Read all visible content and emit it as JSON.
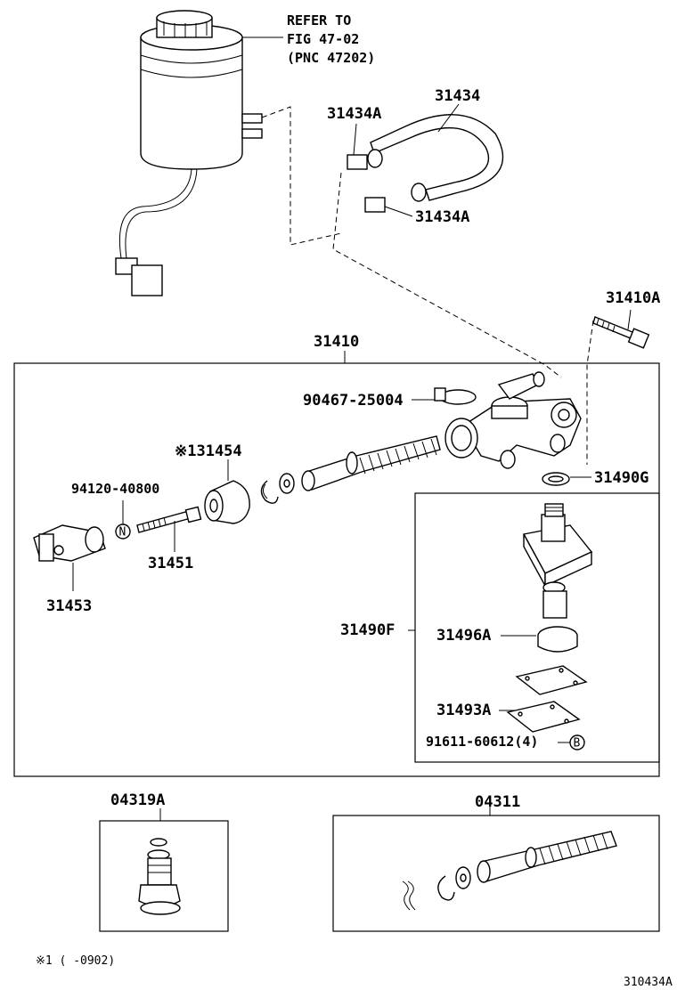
{
  "labels": {
    "refer_line1": "REFER TO",
    "refer_line2": "FIG 47-02",
    "refer_line3": "(PNC 47202)",
    "p31434": "31434",
    "p31434a_top": "31434A",
    "p31434a_bottom": "31434A",
    "p31410a": "31410A",
    "p31410": "31410",
    "p90467": "90467-25004",
    "p31454": "※131454",
    "p94120": "94120-40800",
    "p31490g": "31490G",
    "p31451": "31451",
    "p31453": "31453",
    "p31490f": "31490F",
    "p31496a": "31496A",
    "p31493a": "31493A",
    "p91611": "91611-60612(4)",
    "p04319a": "04319A",
    "p04311": "04311",
    "footnote": "※1 (   -0902)",
    "figure_id": "310434A",
    "badge_n": "N",
    "badge_b": "B"
  }
}
